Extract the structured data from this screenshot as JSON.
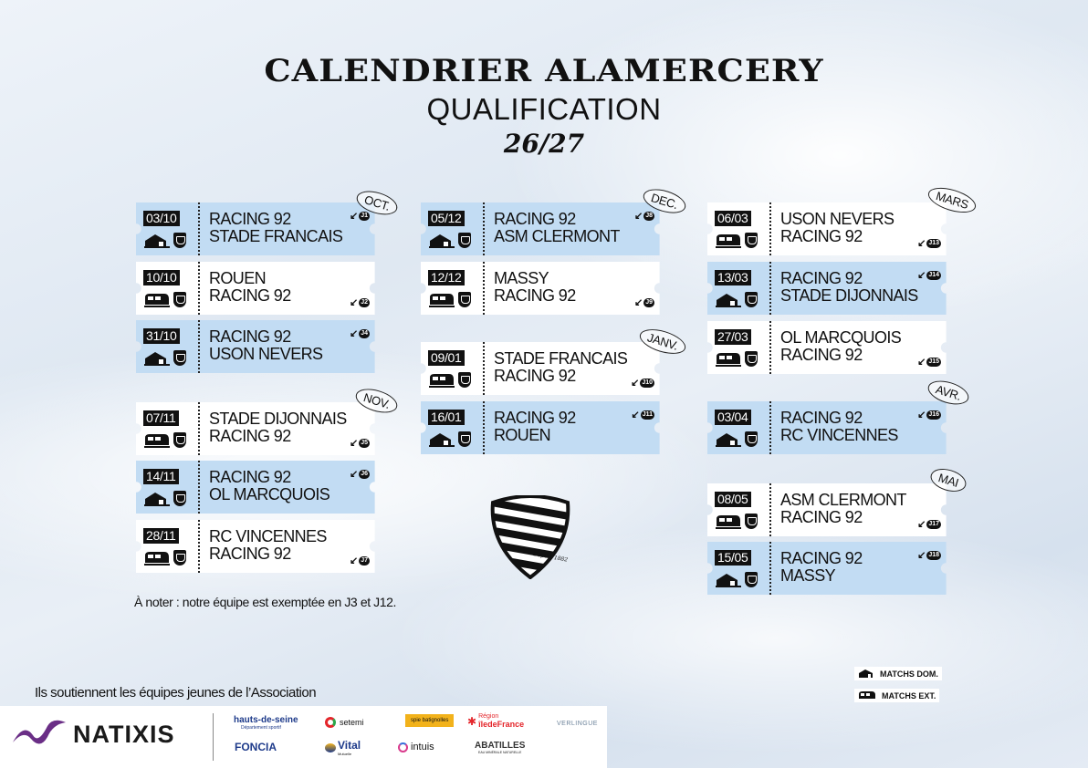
{
  "header": {
    "title": "CALENDRIER ALAMERCERY",
    "subtitle": "QUALIFICATION",
    "season": "26/27"
  },
  "months": [
    {
      "label": "OCT."
    },
    {
      "label": "NOV."
    },
    {
      "label": "DEC."
    },
    {
      "label": "JANV."
    },
    {
      "label": "MARS"
    },
    {
      "label": "AVR."
    },
    {
      "label": "MAI"
    }
  ],
  "matches": [
    {
      "date": "03/10",
      "team1": "RACING 92",
      "team2": "STADE FRANCAIS",
      "round": "J1",
      "type": "home"
    },
    {
      "date": "10/10",
      "team1": "ROUEN",
      "team2": "RACING 92",
      "round": "J2",
      "type": "away"
    },
    {
      "date": "31/10",
      "team1": "RACING 92",
      "team2": "USON NEVERS",
      "round": "J4",
      "type": "home"
    },
    {
      "date": "07/11",
      "team1": "STADE DIJONNAIS",
      "team2": "RACING 92",
      "round": "J5",
      "type": "away"
    },
    {
      "date": "14/11",
      "team1": "RACING 92",
      "team2": "OL MARCQUOIS",
      "round": "J6",
      "type": "home"
    },
    {
      "date": "28/11",
      "team1": "RC VINCENNES",
      "team2": "RACING 92",
      "round": "J7",
      "type": "away"
    },
    {
      "date": "05/12",
      "team1": "RACING 92",
      "team2": "ASM CLERMONT",
      "round": "J8",
      "type": "home"
    },
    {
      "date": "12/12",
      "team1": "MASSY",
      "team2": "RACING 92",
      "round": "J9",
      "type": "away"
    },
    {
      "date": "09/01",
      "team1": "STADE FRANCAIS",
      "team2": "RACING 92",
      "round": "J10",
      "type": "away"
    },
    {
      "date": "16/01",
      "team1": "RACING 92",
      "team2": "ROUEN",
      "round": "J11",
      "type": "home"
    },
    {
      "date": "06/03",
      "team1": "USON NEVERS",
      "team2": "RACING 92",
      "round": "J13",
      "type": "away"
    },
    {
      "date": "13/03",
      "team1": "RACING 92",
      "team2": "STADE DIJONNAIS",
      "round": "J14",
      "type": "home"
    },
    {
      "date": "27/03",
      "team1": "OL MARCQUOIS",
      "team2": "RACING 92",
      "round": "J15",
      "type": "away"
    },
    {
      "date": "03/04",
      "team1": "RACING 92",
      "team2": "RC VINCENNES",
      "round": "J16",
      "type": "home"
    },
    {
      "date": "08/05",
      "team1": "ASM CLERMONT",
      "team2": "RACING 92",
      "round": "J17",
      "type": "away"
    },
    {
      "date": "15/05",
      "team1": "RACING 92",
      "team2": "MASSY",
      "round": "J18",
      "type": "home"
    }
  ],
  "note": "À noter : notre équipe est exemptée en J3 et J12.",
  "shield_text": "Depuis 1882",
  "legend": {
    "home": "MATCHS DOM.",
    "away": "MATCHS EXT."
  },
  "sponsors": {
    "intro": "Ils soutiennent les équipes jeunes de l’Association",
    "main": "NATIXIS",
    "logos": [
      {
        "name": "hauts-de-seine",
        "sub": "Département sportif"
      },
      {
        "name": "setemi"
      },
      {
        "name": "spie batignolles"
      },
      {
        "name": "Région",
        "sub": "îledeFrance"
      },
      {
        "name": "VERLINGUE"
      },
      {
        "name": "FONCIA"
      },
      {
        "name": "Vital",
        "sub": "Mutuelle"
      },
      {
        "name": "intuis"
      },
      {
        "name": "ABATILLES",
        "sub": "EAU MINÉRALE NATURELLE"
      }
    ]
  },
  "colors": {
    "home_ticket": "#c2dcf3",
    "away_ticket": "#ffffff",
    "accent": "#111111"
  }
}
